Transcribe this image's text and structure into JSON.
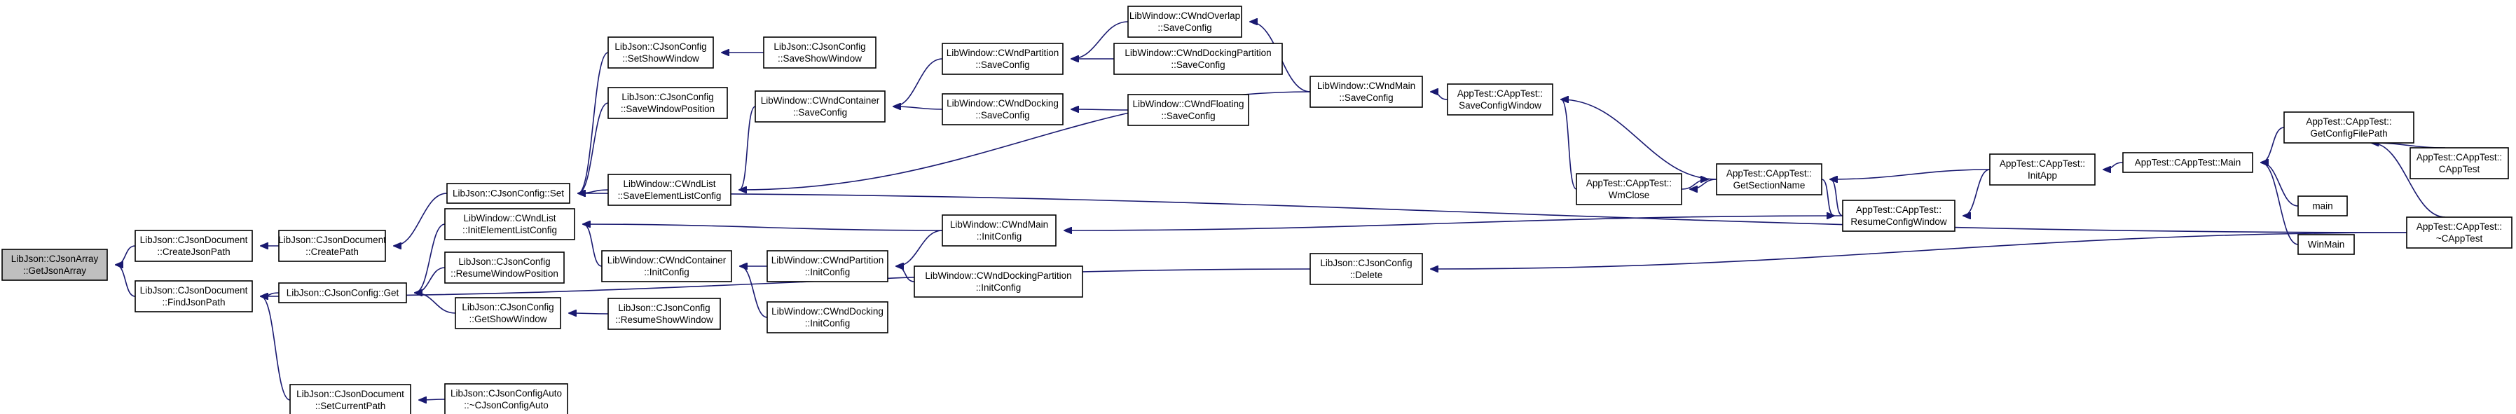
{
  "nodes": [
    {
      "id": "get_json_array",
      "lines": [
        "LibJson::CJsonArray",
        "::GetJsonArray"
      ]
    },
    {
      "id": "create_json_path",
      "lines": [
        "LibJson::CJsonDocument",
        "::CreateJsonPath"
      ]
    },
    {
      "id": "find_json_path",
      "lines": [
        "LibJson::CJsonDocument",
        "::FindJsonPath"
      ]
    },
    {
      "id": "create_path",
      "lines": [
        "LibJson::CJsonDocument",
        "::CreatePath"
      ]
    },
    {
      "id": "json_config_get",
      "lines": [
        "LibJson::CJsonConfig::Get"
      ]
    },
    {
      "id": "set_current_path",
      "lines": [
        "LibJson::CJsonDocument",
        "::SetCurrentPath"
      ]
    },
    {
      "id": "json_config_set",
      "lines": [
        "LibJson::CJsonConfig::Set"
      ]
    },
    {
      "id": "init_element_list_config",
      "lines": [
        "LibWindow::CWndList",
        "::InitElementListConfig"
      ]
    },
    {
      "id": "resume_window_position",
      "lines": [
        "LibJson::CJsonConfig",
        "::ResumeWindowPosition"
      ]
    },
    {
      "id": "get_show_window",
      "lines": [
        "LibJson::CJsonConfig",
        "::GetShowWindow"
      ]
    },
    {
      "id": "config_auto_dtor",
      "lines": [
        "LibJson::CJsonConfigAuto",
        "::~CJsonConfigAuto"
      ]
    },
    {
      "id": "set_show_window",
      "lines": [
        "LibJson::CJsonConfig",
        "::SetShowWindow"
      ]
    },
    {
      "id": "save_window_position",
      "lines": [
        "LibJson::CJsonConfig",
        "::SaveWindowPosition"
      ]
    },
    {
      "id": "save_element_list_config",
      "lines": [
        "LibWindow::CWndList",
        "::SaveElementListConfig"
      ]
    },
    {
      "id": "container_init_config",
      "lines": [
        "LibWindow::CWndContainer",
        "::InitConfig"
      ]
    },
    {
      "id": "resume_show_window",
      "lines": [
        "LibJson::CJsonConfig",
        "::ResumeShowWindow"
      ]
    },
    {
      "id": "save_show_window",
      "lines": [
        "LibJson::CJsonConfig",
        "::SaveShowWindow"
      ]
    },
    {
      "id": "container_save_config",
      "lines": [
        "LibWindow::CWndContainer",
        "::SaveConfig"
      ]
    },
    {
      "id": "partition_init_config",
      "lines": [
        "LibWindow::CWndPartition",
        "::InitConfig"
      ]
    },
    {
      "id": "docking_init_config",
      "lines": [
        "LibWindow::CWndDocking",
        "::InitConfig"
      ]
    },
    {
      "id": "partition_save_config",
      "lines": [
        "LibWindow::CWndPartition",
        "::SaveConfig"
      ]
    },
    {
      "id": "docking_save_config",
      "lines": [
        "LibWindow::CWndDocking",
        "::SaveConfig"
      ]
    },
    {
      "id": "main_init_config",
      "lines": [
        "LibWindow::CWndMain",
        "::InitConfig"
      ]
    },
    {
      "id": "docking_partition_init_config",
      "lines": [
        "LibWindow::CWndDockingPartition",
        "::InitConfig"
      ]
    },
    {
      "id": "overlap_save_config",
      "lines": [
        "LibWindow::CWndOverlap",
        "::SaveConfig"
      ]
    },
    {
      "id": "docking_partition_save_config",
      "lines": [
        "LibWindow::CWndDockingPartition",
        "::SaveConfig"
      ]
    },
    {
      "id": "floating_save_config",
      "lines": [
        "LibWindow::CWndFloating",
        "::SaveConfig"
      ]
    },
    {
      "id": "json_config_delete",
      "lines": [
        "LibJson::CJsonConfig",
        "::Delete"
      ]
    },
    {
      "id": "main_save_config",
      "lines": [
        "LibWindow::CWndMain",
        "::SaveConfig"
      ]
    },
    {
      "id": "save_config_window",
      "lines": [
        "AppTest::CAppTest::",
        "SaveConfigWindow"
      ]
    },
    {
      "id": "wm_close",
      "lines": [
        "AppTest::CAppTest::",
        "WmClose"
      ]
    },
    {
      "id": "get_section_name",
      "lines": [
        "AppTest::CAppTest::",
        "GetSectionName"
      ]
    },
    {
      "id": "resume_config_window",
      "lines": [
        "AppTest::CAppTest::",
        "ResumeConfigWindow"
      ]
    },
    {
      "id": "init_app",
      "lines": [
        "AppTest::CAppTest::",
        "InitApp"
      ]
    },
    {
      "id": "apptest_main",
      "lines": [
        "AppTest::CAppTest::Main"
      ]
    },
    {
      "id": "get_config_file_path",
      "lines": [
        "AppTest::CAppTest::",
        "GetConfigFilePath"
      ]
    },
    {
      "id": "main",
      "lines": [
        "main"
      ]
    },
    {
      "id": "winmain",
      "lines": [
        "WinMain"
      ]
    },
    {
      "id": "apptest_ctor",
      "lines": [
        "AppTest::CAppTest::",
        "CAppTest"
      ]
    },
    {
      "id": "apptest_dtor",
      "lines": [
        "AppTest::CAppTest::",
        "~CAppTest"
      ]
    }
  ]
}
